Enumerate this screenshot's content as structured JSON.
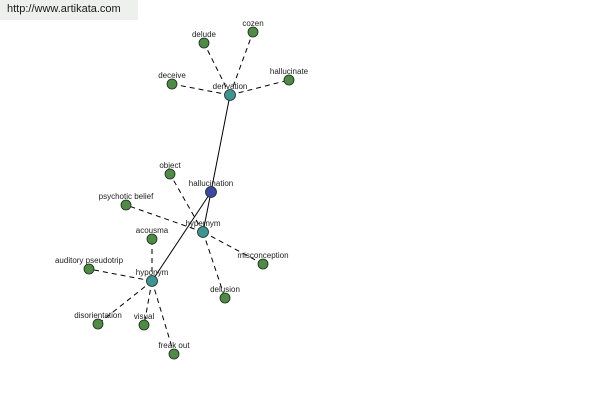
{
  "banner": {
    "url_text": "http://www.artikata.com"
  },
  "colors": {
    "word": "#4f8a47",
    "relation": "#3f9393",
    "center": "#3a4aa0",
    "edge": "#000000"
  },
  "graph": {
    "nodes": [
      {
        "id": "hallucination",
        "label": "hallucination",
        "kind": "center"
      },
      {
        "id": "derivation",
        "label": "derivation",
        "kind": "relation"
      },
      {
        "id": "hypernym",
        "label": "hypernym",
        "kind": "relation"
      },
      {
        "id": "hyponym",
        "label": "hyponym",
        "kind": "relation"
      },
      {
        "id": "delude",
        "label": "delude",
        "kind": "word"
      },
      {
        "id": "cozen",
        "label": "cozen",
        "kind": "word"
      },
      {
        "id": "deceive",
        "label": "deceive",
        "kind": "word"
      },
      {
        "id": "hallucinate",
        "label": "hallucinate",
        "kind": "word"
      },
      {
        "id": "object",
        "label": "object",
        "kind": "word"
      },
      {
        "id": "psychotic-belief",
        "label": "psychotic belief",
        "kind": "word"
      },
      {
        "id": "misconception",
        "label": "misconception",
        "kind": "word"
      },
      {
        "id": "delusion",
        "label": "delusion",
        "kind": "word"
      },
      {
        "id": "acousma",
        "label": "acousma",
        "kind": "word"
      },
      {
        "id": "auditory-pseudotrip",
        "label": "auditory pseudotrip",
        "kind": "word"
      },
      {
        "id": "disorientation",
        "label": "disorientation",
        "kind": "word"
      },
      {
        "id": "visual",
        "label": "visual",
        "kind": "word"
      },
      {
        "id": "freak-out",
        "label": "freak out",
        "kind": "word"
      }
    ],
    "edges": [
      {
        "from": "hallucination",
        "to": "derivation",
        "style": "solid"
      },
      {
        "from": "hallucination",
        "to": "hypernym",
        "style": "solid"
      },
      {
        "from": "hallucination",
        "to": "hyponym",
        "style": "solid"
      },
      {
        "from": "derivation",
        "to": "delude",
        "style": "dashed"
      },
      {
        "from": "derivation",
        "to": "cozen",
        "style": "dashed"
      },
      {
        "from": "derivation",
        "to": "deceive",
        "style": "dashed"
      },
      {
        "from": "derivation",
        "to": "hallucinate",
        "style": "dashed"
      },
      {
        "from": "hypernym",
        "to": "object",
        "style": "dashed"
      },
      {
        "from": "hypernym",
        "to": "psychotic-belief",
        "style": "dashed"
      },
      {
        "from": "hypernym",
        "to": "misconception",
        "style": "dashed"
      },
      {
        "from": "hypernym",
        "to": "delusion",
        "style": "dashed"
      },
      {
        "from": "hyponym",
        "to": "acousma",
        "style": "dashed"
      },
      {
        "from": "hyponym",
        "to": "auditory-pseudotrip",
        "style": "dashed"
      },
      {
        "from": "hyponym",
        "to": "disorientation",
        "style": "dashed"
      },
      {
        "from": "hyponym",
        "to": "visual",
        "style": "dashed"
      },
      {
        "from": "hyponym",
        "to": "freak-out",
        "style": "dashed"
      }
    ]
  }
}
